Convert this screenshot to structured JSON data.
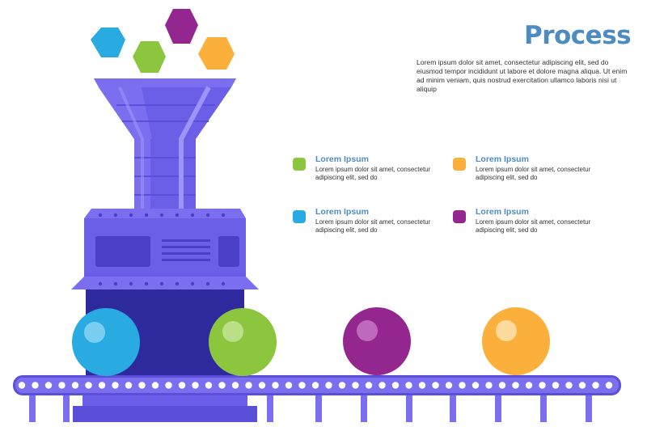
{
  "title": "Process",
  "intro": "Lorem ipsum dolor sit amet, consectetur adipiscing elit, sed do eiusmod tempor incididunt ut labore et dolore magna aliqua. Ut enim ad minim veniam, quis nostrud exercitation ullamco laboris nisi ut aliquip",
  "legend": [
    {
      "heading": "Lorem Ipsum",
      "text": "Lorem ipsum dolor sit amet, consectetur adipiscing elit, sed do",
      "color": "#8cc63f"
    },
    {
      "heading": "Lorem Ipsum",
      "text": "Lorem ipsum dolor sit amet, consectetur adipiscing elit, sed do",
      "color": "#fbb03b"
    },
    {
      "heading": "Lorem Ipsum",
      "text": "Lorem ipsum dolor sit amet, consectetur adipiscing elit, sed do",
      "color": "#29abe2"
    },
    {
      "heading": "Lorem Ipsum",
      "text": "Lorem ipsum dolor sit amet, consectetur adipiscing elit, sed do",
      "color": "#93278f"
    }
  ],
  "colors": {
    "blue": "#29abe2",
    "green": "#8cc63f",
    "purple": "#93278f",
    "orange": "#fbb03b",
    "machine_light": "#7b6ff0",
    "machine_mid": "#6457e0",
    "machine_dark": "#2e2a9e",
    "heading": "#4d8cc0"
  }
}
